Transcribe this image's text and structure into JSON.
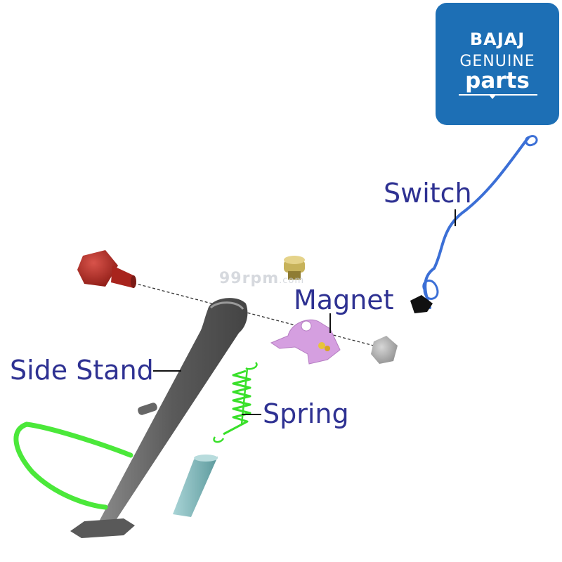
{
  "labels": {
    "switch": "Switch",
    "magnet": "Magnet",
    "side_stand": "Side Stand",
    "spring": "Spring"
  },
  "logo": {
    "brand": "BAJAJ",
    "line2": "GENUINE",
    "line3": "parts"
  },
  "watermark": {
    "main": "99rpm",
    "suffix": ".com"
  },
  "colors": {
    "label_blue": "#2e3192",
    "label_green_spring": "#2e3192",
    "logo_bg": "#1d6fb5",
    "switch_wire": "#3b6fd6",
    "spring": "#39e02a",
    "stand": "#6b6b6b",
    "bolt": "#b32a22",
    "magnet_bracket": "#d59fe0",
    "sleeve": "#7fb6b8",
    "nut": "#a8a8a8",
    "stand_highlight": "#4be83a"
  }
}
